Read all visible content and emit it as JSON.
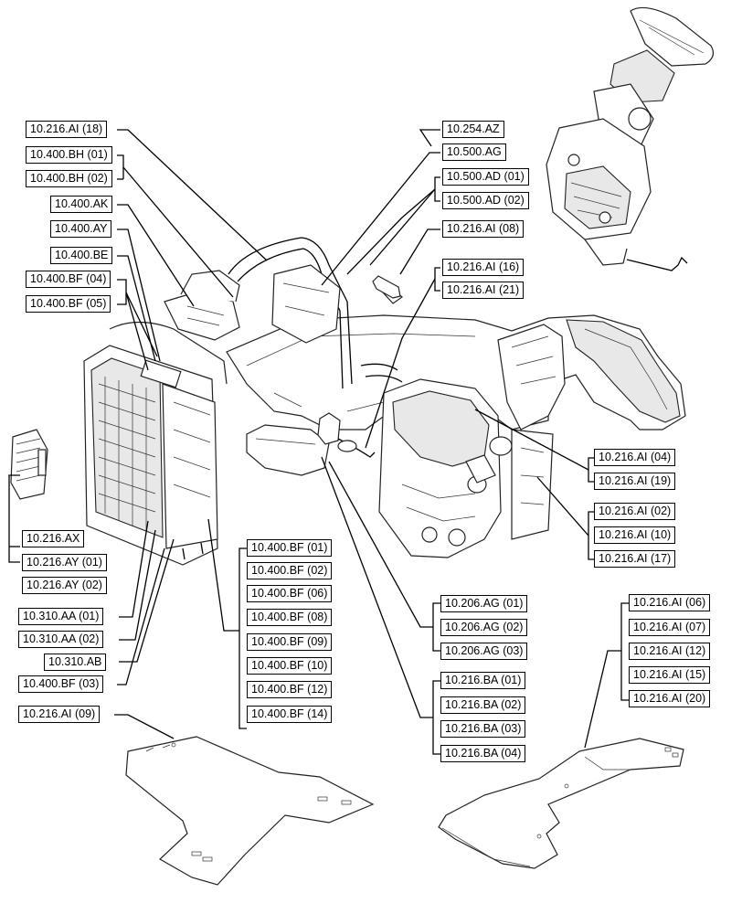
{
  "labels": {
    "l_216ai18": "10.216.AI (18)",
    "l_400bh01": "10.400.BH (01)",
    "l_400bh02": "10.400.BH (02)",
    "l_400ak": "10.400.AK",
    "l_400ay": "10.400.AY",
    "l_400be": "10.400.BE",
    "l_400bf04": "10.400.BF (04)",
    "l_400bf05": "10.400.BF (05)",
    "l_254az": "10.254.AZ",
    "l_500ag": "10.500.AG",
    "l_500ad01": "10.500.AD (01)",
    "l_500ad02": "10.500.AD (02)",
    "l_216ai08": "10.216.AI (08)",
    "l_216ai16": "10.216.AI (16)",
    "l_216ai21": "10.216.AI (21)",
    "l_216ai04": "10.216.AI (04)",
    "l_216ai19": "10.216.AI (19)",
    "l_216ai02": "10.216.AI (02)",
    "l_216ai10": "10.216.AI (10)",
    "l_216ai17": "10.216.AI (17)",
    "l_216ax": "10.216.AX",
    "l_216ay01": "10.216.AY (01)",
    "l_216ay02": "10.216.AY (02)",
    "l_310aa01": "10.310.AA (01)",
    "l_310aa02": "10.310.AA (02)",
    "l_310ab": "10.310.AB",
    "l_400bf03": "10.400.BF (03)",
    "l_400bf01": "10.400.BF (01)",
    "l_400bf02": "10.400.BF (02)",
    "l_400bf06": "10.400.BF (06)",
    "l_400bf08": "10.400.BF (08)",
    "l_400bf09": "10.400.BF (09)",
    "l_400bf10": "10.400.BF (10)",
    "l_400bf12": "10.400.BF (12)",
    "l_400bf14": "10.400.BF (14)",
    "l_206ag01": "10.206.AG (01)",
    "l_206ag02": "10.206.AG (02)",
    "l_206ag03": "10.206.AG (03)",
    "l_216ba01": "10.216.BA (01)",
    "l_216ba02": "10.216.BA (02)",
    "l_216ba03": "10.216.BA (03)",
    "l_216ba04": "10.216.BA (04)",
    "l_216ai06": "10.216.AI (06)",
    "l_216ai07": "10.216.AI (07)",
    "l_216ai12": "10.216.AI (12)",
    "l_216ai15": "10.216.AI (15)",
    "l_216ai20": "10.216.AI (20)",
    "l_216ai09": "10.216.AI (09)"
  }
}
